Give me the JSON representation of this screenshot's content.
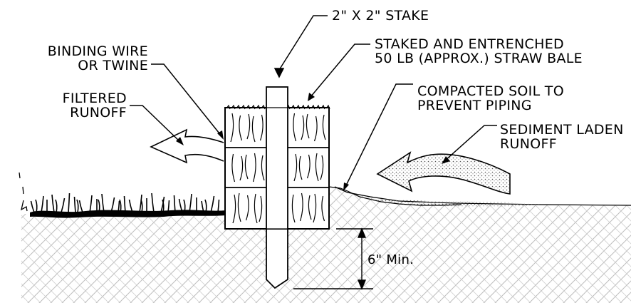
{
  "labels": {
    "stake": [
      "2\" X 2\" STAKE"
    ],
    "binding": [
      "BINDING WIRE",
      "OR TWINE"
    ],
    "straw_bale": [
      "STAKED AND ENTRENCHED",
      "50 LB (APPROX.) STRAW BALE"
    ],
    "filtered": [
      "FILTERED",
      "RUNOFF"
    ],
    "compacted": [
      "COMPACTED SOIL TO",
      "PREVENT PIPING"
    ],
    "sediment": [
      "SEDIMENT LADEN",
      "RUNOFF"
    ],
    "depth": [
      "6\" Min."
    ]
  },
  "colors": {
    "ink": "#000000",
    "ground_hatch": "#bdbdbd",
    "background": "#ffffff"
  }
}
